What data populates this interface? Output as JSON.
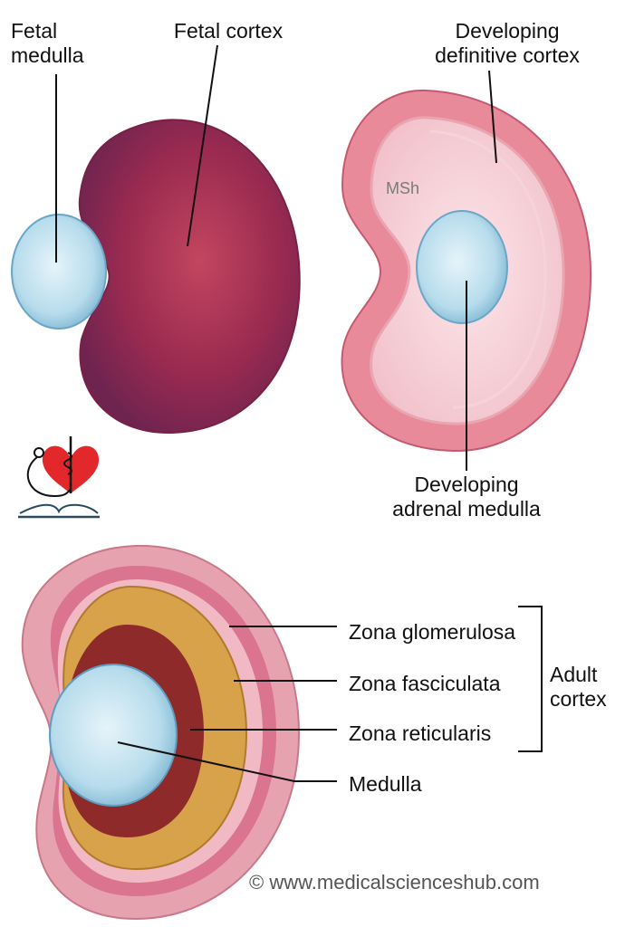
{
  "labels": {
    "fetal_medulla": [
      "Fetal",
      "medulla"
    ],
    "fetal_cortex": "Fetal cortex",
    "developing_definitive_cortex": [
      "Developing",
      "definitive cortex"
    ],
    "msh": "MSh",
    "developing_adrenal_medulla": [
      "Developing",
      "adrenal medulla"
    ],
    "zona_glomerulosa": "Zona glomerulosa",
    "zona_fasciculata": "Zona fasciculata",
    "zona_reticularis": "Zona reticularis",
    "medulla": "Medulla",
    "adult_cortex": [
      "Adult",
      "cortex"
    ]
  },
  "copyright": "© www.medicalscienceshub.com",
  "colors": {
    "fetal_cortex": "#9a2a50",
    "fetal_medulla": "#c4e3f0",
    "definitive_cortex": "#e98a9a",
    "glomerulosa": "#e7a2b0",
    "fasciculata": "#d8a24a",
    "reticularis": "#8e2a2a",
    "logo_heart": "#e3282c"
  }
}
